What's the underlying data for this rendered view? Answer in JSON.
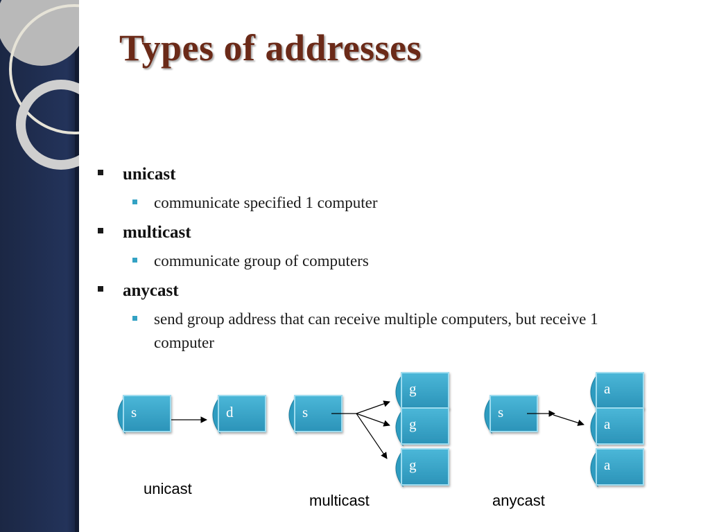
{
  "slide": {
    "title": "Types of addresses",
    "bullets": [
      {
        "label": "unicast",
        "sub": [
          "communicate specified 1 computer"
        ]
      },
      {
        "label": "multicast",
        "sub": [
          "communicate group of computers"
        ]
      },
      {
        "label": "anycast",
        "sub": [
          "send group address that can receive multiple computers, but receive 1 computer"
        ]
      }
    ]
  },
  "diagram": {
    "nodes": {
      "unicast_src": "s",
      "unicast_dst": "d",
      "multicast_src": "s",
      "multicast_dst": [
        "g",
        "g",
        "g"
      ],
      "anycast_src": "s",
      "anycast_dst": [
        "a",
        "a",
        "a"
      ]
    },
    "captions": {
      "unicast": "unicast",
      "multicast": "multicast",
      "anycast": "anycast"
    }
  },
  "colors": {
    "sidebar": "#1c2a4a",
    "title": "#6b2a18",
    "node_fill": "#3aa8cc",
    "node_edge": "#2a86a8",
    "sub_bullet": "#33a2c4"
  }
}
